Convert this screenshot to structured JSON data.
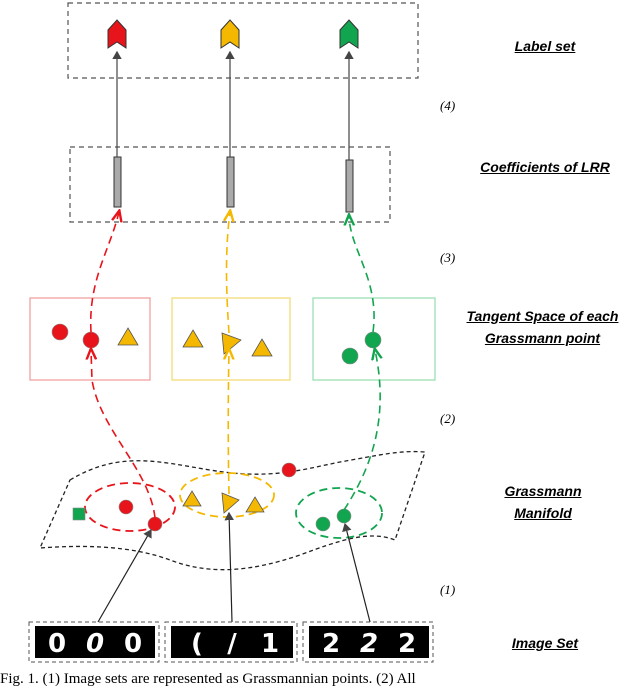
{
  "labels": {
    "label_set": "Label set",
    "coefficients": "Coefficients of LRR",
    "tangent_space": "Tangent Space of each Grassmann point",
    "manifold": "Grassmann Manifold",
    "image_set": "Image Set"
  },
  "steps": [
    "(1)",
    "(2)",
    "(3)",
    "(4)"
  ],
  "digits": [
    "0",
    "0",
    "0",
    "(",
    "/",
    "1",
    "2",
    "2",
    "2"
  ],
  "caption": "Fig. 1.   (1) Image sets are represented as Grassmannian points. (2) All",
  "colors": {
    "red": "#e8141b",
    "yellow": "#f5b800",
    "green": "#12a550",
    "red_box": "#f0a0a0",
    "yellow_box": "#f5dc7a",
    "green_box": "#9be0b4"
  }
}
